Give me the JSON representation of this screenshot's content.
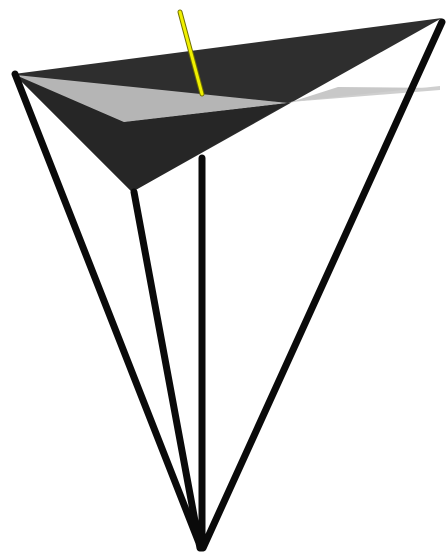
{
  "scene": {
    "description_free": true,
    "colors": {
      "background": "#ffffff",
      "rod": "#0a0a0a",
      "dark_face": "#2b2b2b",
      "mid_face": "#3a3a3a",
      "light_face": "#b9b9b9",
      "pale_face": "#d2d2d2",
      "pointer": "#e6e600",
      "pointer_edge": "#8a8a00"
    },
    "objects": [
      "tetrahedral-rod-frame",
      "triangular-surface-top",
      "yellow-pointer-rod"
    ]
  }
}
